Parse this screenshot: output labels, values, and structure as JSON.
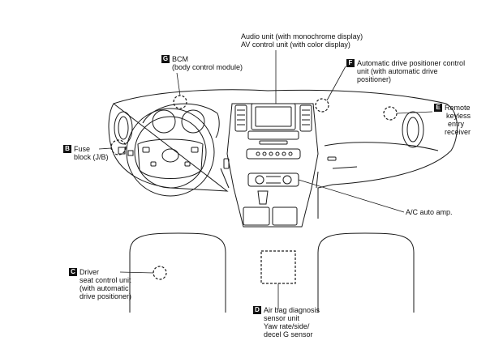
{
  "components": {
    "audio": {
      "line1": "Audio unit (with monochrome display)",
      "line2": "AV control unit (with color display)"
    },
    "bcm": {
      "letter": "G",
      "line1": "BCM",
      "line2": "(body control module)"
    },
    "positioner": {
      "letter": "F",
      "line1": "Automatic drive positioner control",
      "line2": "unit (with automatic drive",
      "line3": "positioner)"
    },
    "keyless": {
      "letter": "E",
      "line1": "Remote",
      "line2": "keyless",
      "line3": "entry",
      "line4": "receiver"
    },
    "fuse": {
      "letter": "B",
      "line1": "Fuse",
      "line2": "block (J/B)"
    },
    "ac": {
      "line1": "A/C auto amp."
    },
    "seat": {
      "letter": "C",
      "line1": "Driver",
      "line2": "seat control unit",
      "line3": "(with automatic",
      "line4": "drive positioner)"
    },
    "airbag": {
      "letter": "D",
      "line1": "Air bag diagnosis",
      "line2": "sensor unit",
      "line3": "Yaw rate/side/",
      "line4": "decel G sensor"
    }
  },
  "colors": {
    "line": "#1a1a1a",
    "tag_bg": "#111111",
    "tag_text": "#ffffff"
  }
}
